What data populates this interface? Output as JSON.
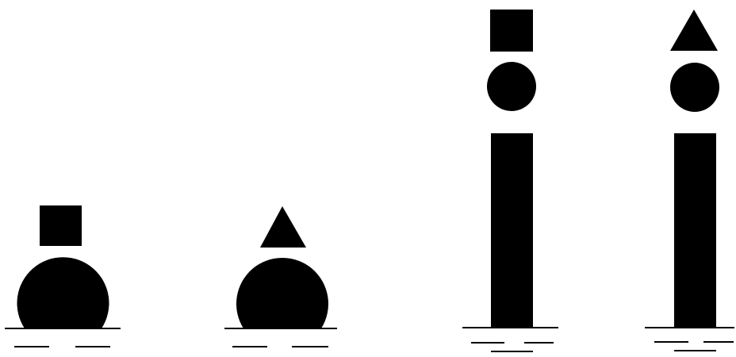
{
  "colors": {
    "ink": "#000000",
    "background": "#ffffff"
  },
  "buoys": [
    {
      "body": "spherical",
      "topmark": "square"
    },
    {
      "body": "spherical",
      "topmark": "triangle"
    },
    {
      "body": "spar",
      "topmark": "square-over-sphere"
    },
    {
      "body": "spar",
      "topmark": "triangle-over-sphere"
    }
  ],
  "icons": [
    "square-icon",
    "triangle-icon",
    "circle-icon",
    "water-line-icon"
  ]
}
